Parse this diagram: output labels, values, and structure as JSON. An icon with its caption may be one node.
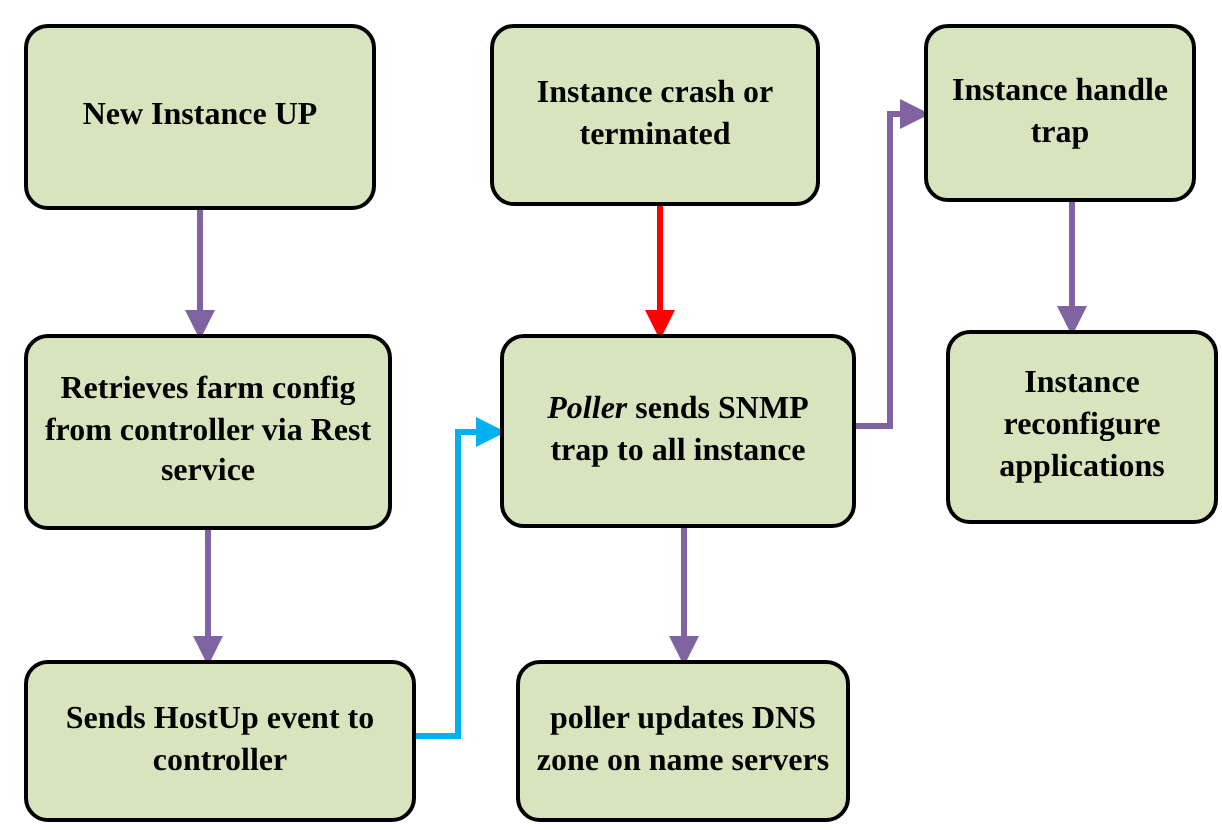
{
  "diagram": {
    "nodes": [
      {
        "text": [
          "New Instance UP"
        ]
      },
      {
        "text": [
          "Instance crash or terminated"
        ]
      },
      {
        "text": [
          "Instance handle trap"
        ]
      },
      {
        "text": [
          "Retrieves farm config from controller via Rest service"
        ]
      },
      {
        "text": [
          "*Poller* sends SNMP trap to all instance"
        ]
      },
      {
        "text": [
          "Instance reconfigure applications"
        ]
      },
      {
        "text": [
          "Sends HostUp event to controller"
        ]
      },
      {
        "text": [
          "poller updates DNS zone  on name servers"
        ]
      }
    ],
    "edges": [
      {
        "from": 0,
        "to": 3,
        "arrow": "to"
      },
      {
        "from": 1,
        "to": 4,
        "arrow": "to",
        "color": "#ff0000"
      },
      {
        "from": 4,
        "to": 2,
        "arrow": "to"
      },
      {
        "from": 2,
        "to": 5,
        "arrow": "to"
      },
      {
        "from": 3,
        "to": 6,
        "arrow": "to"
      },
      {
        "from": 6,
        "to": 4,
        "arrow": "to",
        "color": "#00b0f0"
      },
      {
        "from": 4,
        "to": 7,
        "arrow": "to"
      }
    ]
  }
}
